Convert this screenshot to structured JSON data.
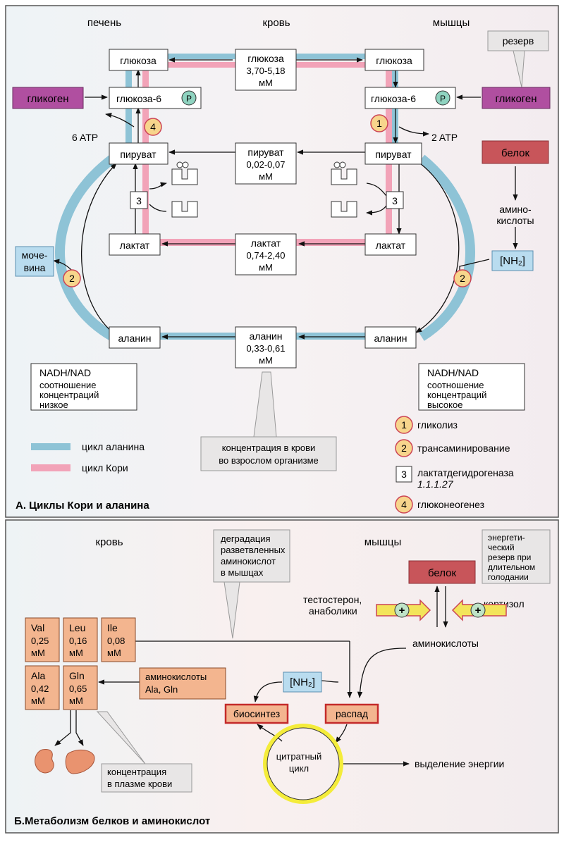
{
  "panel_a": {
    "columns": {
      "liver": "печень",
      "blood": "кровь",
      "muscle": "мышцы"
    },
    "boxes": {
      "liver_glucose": "глюкоза",
      "liver_g6p": "глюкоза-6",
      "liver_pyruvate": "пируват",
      "liver_lactate": "лактат",
      "liver_alanine": "аланин",
      "blood_glucose": [
        "глюкоза",
        "3,70-5,18",
        "мМ"
      ],
      "blood_pyruvate": [
        "пируват",
        "0,02-0,07",
        "мМ"
      ],
      "blood_lactate": [
        "лактат",
        "0,74-2,40",
        "мМ"
      ],
      "blood_alanine": [
        "аланин",
        "0,33-0,61",
        "мМ"
      ],
      "muscle_glucose": "глюкоза",
      "muscle_g6p": "глюкоза-6",
      "muscle_pyruvate": "пируват",
      "muscle_lactate": "лактат",
      "muscle_alanine": "аланин",
      "glycogen_left": "гликоген",
      "glycogen_right": "гликоген",
      "reserve": "резерв",
      "protein": "белок",
      "amino_acids": [
        "амино-",
        "кислоты"
      ],
      "nh2": "[NH₂]",
      "urea": [
        "моче-",
        "вина"
      ]
    },
    "phosphate": "P",
    "atp_left": "6 ATP",
    "atp_right": "2 ATP",
    "nadh_left": [
      "NADH/NAD",
      "соотношение",
      "концентраций",
      "низкое"
    ],
    "nadh_right": [
      "NADH/NAD",
      "соотношение",
      "концентраций",
      "высокое"
    ],
    "legend_alanine": "цикл аланина",
    "legend_cori": "цикл  Кори",
    "callout": [
      "концентрация в крови",
      "во взрослом организме"
    ],
    "key": [
      {
        "num": "1",
        "shape": "circle",
        "text": "гликолиз"
      },
      {
        "num": "2",
        "shape": "circle",
        "text": "трансаминирование"
      },
      {
        "num": "3",
        "shape": "square",
        "text": "лактатдегидрогеназа",
        "text2": "1.1.1.27"
      },
      {
        "num": "4",
        "shape": "circle",
        "text": "глюконеогенез"
      }
    ],
    "title": "А. Циклы  Кори и аланина"
  },
  "panel_b": {
    "col_blood": "кровь",
    "col_muscle": "мышцы",
    "degradation": [
      "деградация",
      "разветвленных",
      "аминокислот",
      "в мышцах"
    ],
    "energy_reserve": [
      "энергети-",
      "ческий",
      "резерв при",
      "длительном",
      "голодании"
    ],
    "protein": "белок",
    "testosterone": [
      "тестостерон,",
      "анаболики"
    ],
    "cortisol": "кортизол",
    "amino_acids": "аминокислоты",
    "nh2": "[NH₂]",
    "aa_ala_gln": [
      "аминокислоты",
      "Ala, Gln"
    ],
    "biosynthesis": "биосинтез",
    "breakdown": "распад",
    "citrate_cycle": [
      "цитратный",
      "цикл"
    ],
    "energy_release": "выделение энергии",
    "plasma": [
      "концентрация",
      "в плазме крови"
    ],
    "amino_boxes": [
      {
        "name": "Val",
        "value": "0,25",
        "unit": "мМ"
      },
      {
        "name": "Leu",
        "value": "0,16",
        "unit": "мМ"
      },
      {
        "name": "Ile",
        "value": "0,08",
        "unit": "мМ"
      },
      {
        "name": "Ala",
        "value": "0,42",
        "unit": "мМ"
      },
      {
        "name": "Gln",
        "value": "0,65",
        "unit": "мМ"
      }
    ],
    "title": "Б.Метаболизм белков и аминокислот"
  },
  "colors": {
    "alanine_cycle": "#8ec3d6",
    "cori_cycle": "#f2a3b8",
    "glycogen": "#b04fa0",
    "protein": "#c8555a",
    "marker": "#f7d58c",
    "blue_box": "#b9dcef",
    "amino_box": "#f3b58f",
    "yellow_ring": "#f4ec3a"
  }
}
